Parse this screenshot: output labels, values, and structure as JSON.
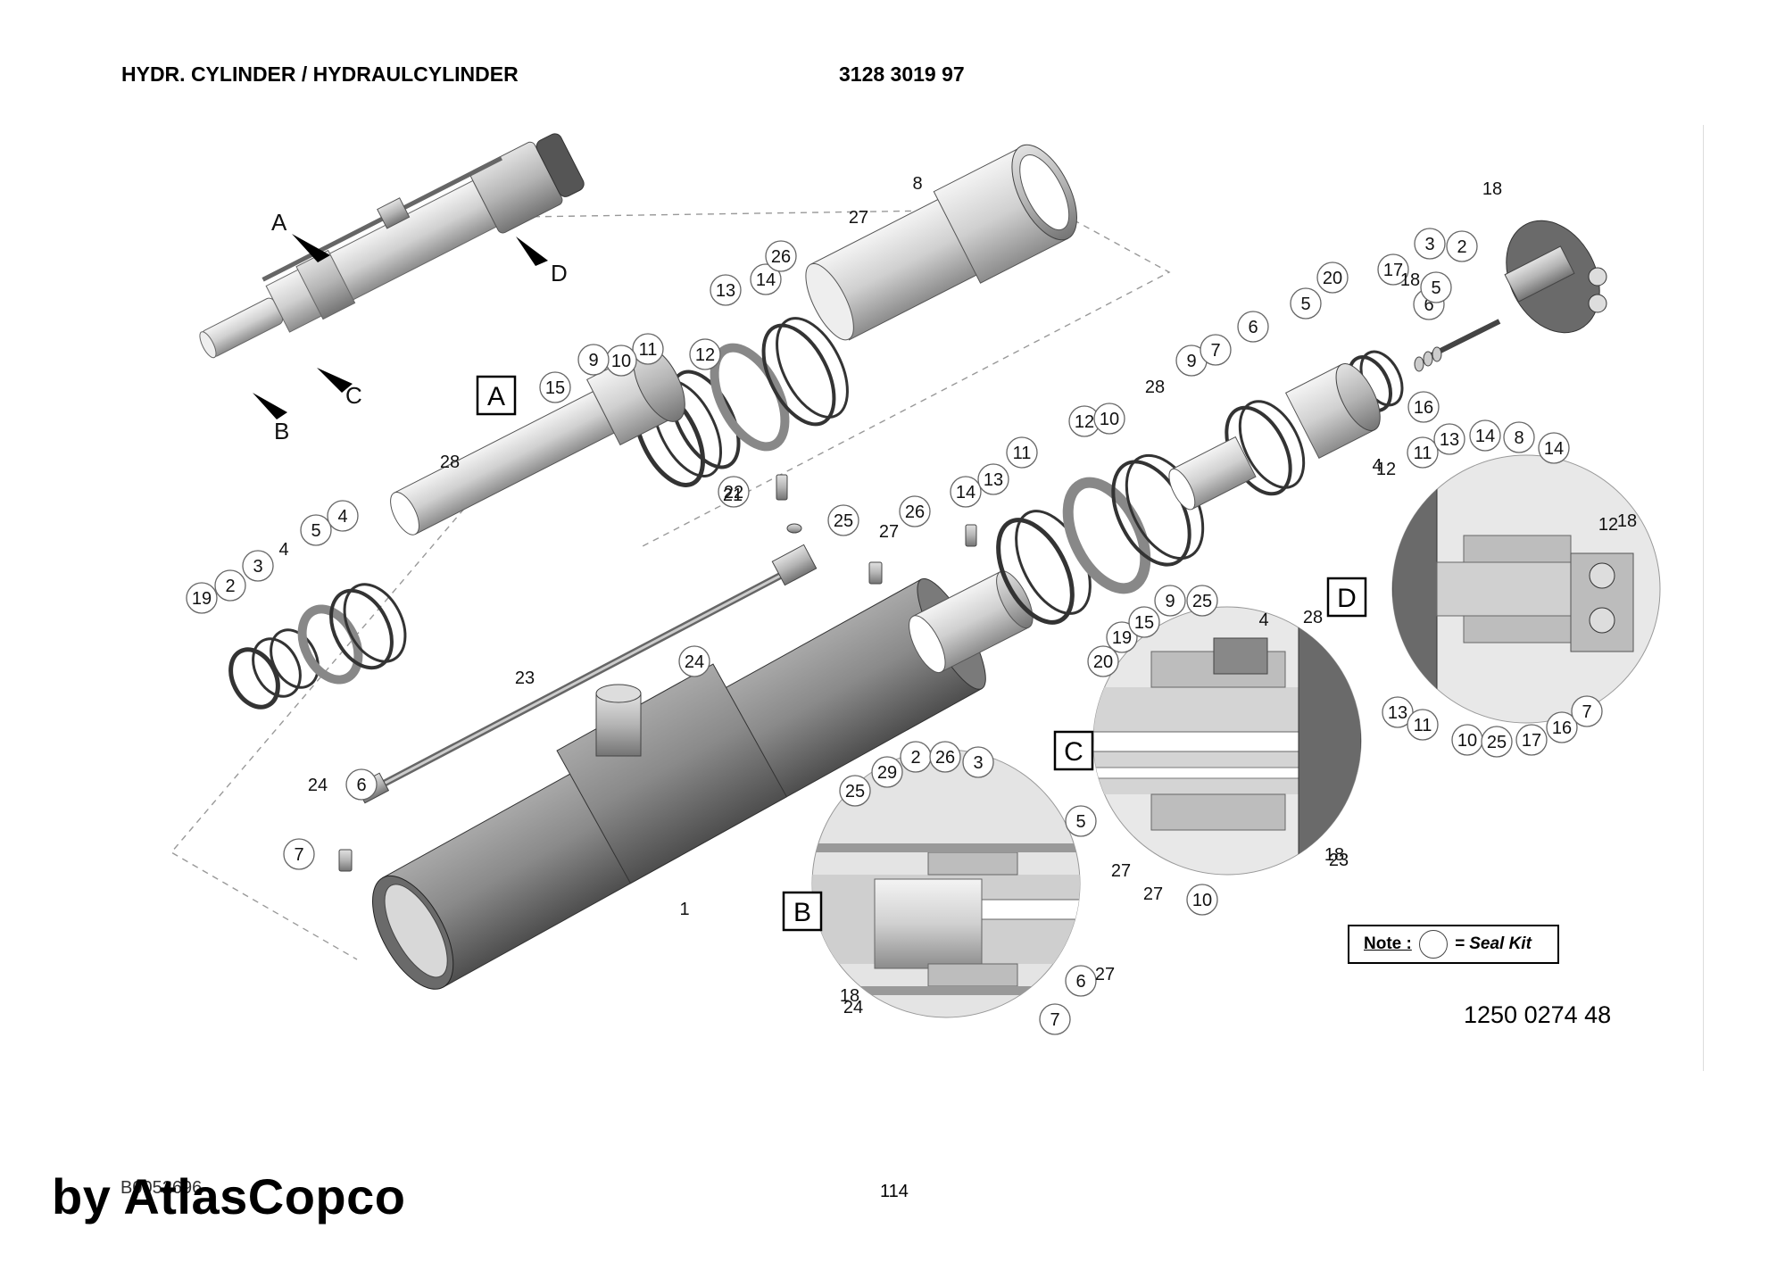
{
  "header": {
    "title": "HYDR. CYLINDER / HYDRAULCYLINDER",
    "part_number": "3128 3019 97"
  },
  "note": {
    "label": "Note :",
    "text": "= Seal Kit"
  },
  "drawing_number": "1250 0274 48",
  "doc_reference": "B0052696",
  "page_number": "114",
  "brand_watermark": "by AtlasCopco",
  "arrow_labels": [
    "A",
    "B",
    "C",
    "D"
  ],
  "view_boxes": [
    "A",
    "B",
    "C",
    "D"
  ],
  "callouts": {
    "circled": [
      "14",
      "26",
      "13",
      "12",
      "11",
      "10",
      "9",
      "15",
      "22",
      "25",
      "26",
      "14",
      "13",
      "11",
      "12",
      "10",
      "9",
      "7",
      "6",
      "5",
      "3",
      "2",
      "17",
      "16",
      "20",
      "19",
      "2",
      "3",
      "5",
      "4",
      "6",
      "7",
      "24",
      "25",
      "29",
      "2",
      "26",
      "3",
      "5",
      "6",
      "7",
      "20",
      "19",
      "15",
      "9",
      "25",
      "10",
      "11",
      "13",
      "14",
      "8",
      "14",
      "13",
      "11",
      "10",
      "25",
      "17",
      "16",
      "7",
      "6",
      "5",
      "3",
      "2"
    ],
    "plain": [
      "8",
      "27",
      "18",
      "18",
      "28",
      "28",
      "4",
      "21",
      "27",
      "23",
      "1",
      "24",
      "27",
      "18",
      "28",
      "4",
      "27",
      "24",
      "23",
      "12",
      "27",
      "18",
      "12",
      "4",
      "18"
    ]
  },
  "colors": {
    "part_gray": "#8a8a8a",
    "part_dark": "#5a5a5a",
    "part_light": "#d4d4d4",
    "callout_stroke": "#666666",
    "dashed_line": "#999999"
  }
}
